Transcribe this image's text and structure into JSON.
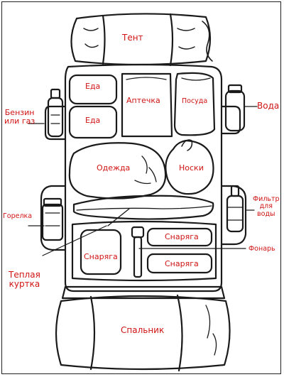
{
  "labels": {
    "tent": "Тент",
    "food_top": "Еда",
    "food_bottom": "Еда",
    "first_aid": "Аптечка",
    "dishes": "Посуда",
    "water": "Вода",
    "fuel_line1": "Бензин",
    "fuel_line2": "или газ",
    "clothes": "Одежда",
    "socks": "Носки",
    "burner": "Горелка",
    "filter_line1": "Фильтр",
    "filter_line2": "для",
    "filter_line3": "воды",
    "gear_left": "Снаряга",
    "gear_right_top": "Снаряга",
    "gear_right_bottom": "Снаряга",
    "flashlight": "Фонарь",
    "jacket_line1": "Теплая",
    "jacket_line2": "куртка",
    "sleeping_bag": "Спальник"
  },
  "colors": {
    "label": "#d11313",
    "ink": "#1a1a1a",
    "background": "#ffffff"
  }
}
